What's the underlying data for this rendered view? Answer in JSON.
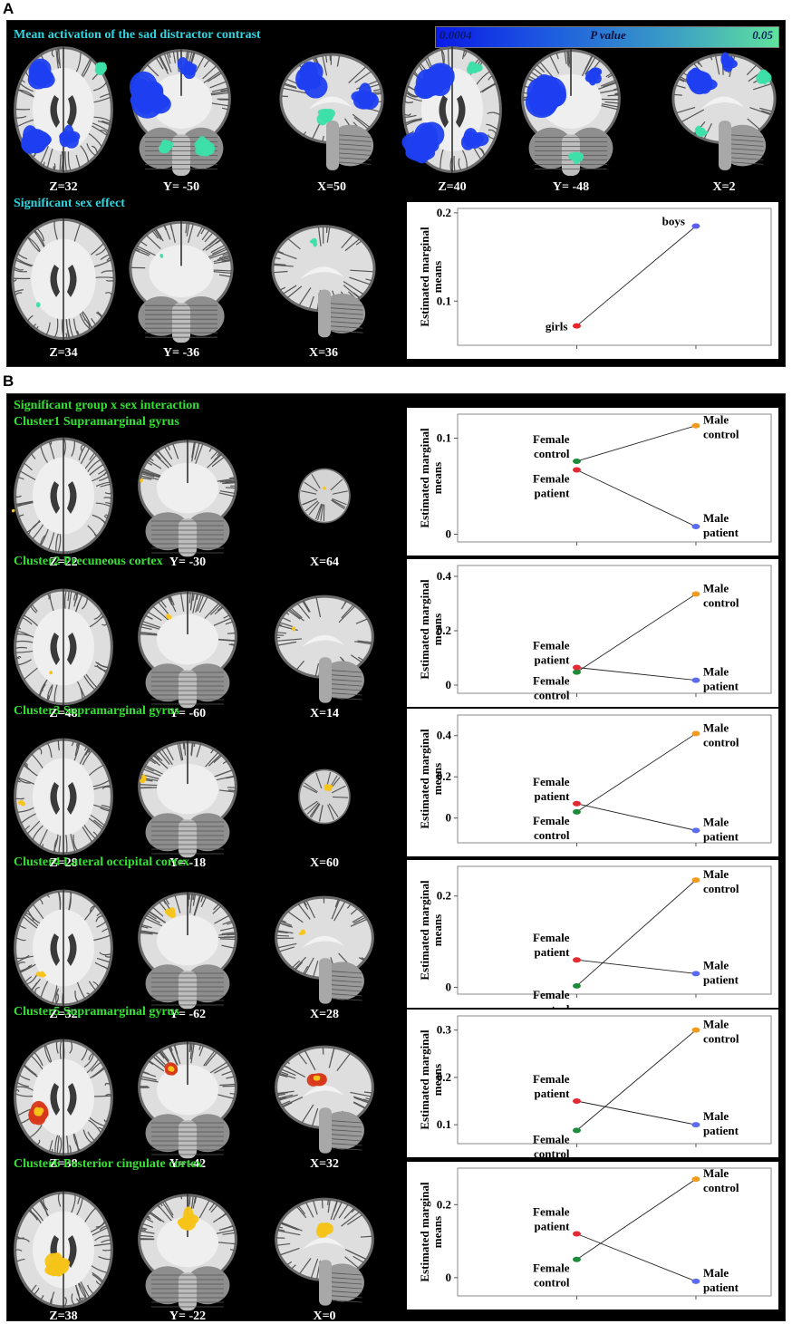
{
  "panels": {
    "A": {
      "letter": "A",
      "heading1": "Mean activation of the sad distractor contrast",
      "heading2": "Significant sex effect",
      "colorbar": {
        "min": "0.0004",
        "title": "P value",
        "max": "0.05"
      },
      "row1_coords": [
        "Z=32",
        "Y= -50",
        "X=50",
        "Z=40",
        "Y= -48",
        "X=2"
      ],
      "row2_coords": [
        "Z=34",
        "Y= -36",
        "X=36"
      ]
    },
    "B": {
      "letter": "B",
      "heading": "Significant group x sex interaction",
      "clusters": [
        {
          "title": "Cluster1 Supramarginal gyrus",
          "coords": [
            "Z=22",
            "Y= -30",
            "X=64"
          ]
        },
        {
          "title": "Cluster2 Precuneous cortex",
          "coords": [
            "Z=48",
            "Y= -60",
            "X=14"
          ]
        },
        {
          "title": "Cluster3 Supramarginal gyrus",
          "coords": [
            "Z=28",
            "Y= -18",
            "X=60"
          ]
        },
        {
          "title": "Cluster4 Lateral occipital cortex",
          "coords": [
            "Z=32",
            "Y= -62",
            "X=28"
          ]
        },
        {
          "title": "Cluster5 Supramarginal gyrus",
          "coords": [
            "Z=38",
            "Y= -42",
            "X=32"
          ]
        },
        {
          "title": "Cluster6 Posterior cingulate cortex",
          "coords": [
            "Z=38",
            "Y= -22",
            "X=0"
          ]
        }
      ]
    }
  },
  "colors": {
    "background": "#000000",
    "cyan_text": "#2fd6e0",
    "green_text": "#35e032",
    "girls": "#e8262a",
    "boys": "#5a5ff0",
    "female_control": "#1c8c3a",
    "female_patient": "#e22a33",
    "male_control": "#f29b1c",
    "male_patient": "#5c6cf2",
    "blue_activation": "#1e3ff0",
    "cyan_activation": "#3ddfa8",
    "yellow_activation": "#f5c419",
    "red_activation": "#d8381a"
  },
  "chart_data": [
    {
      "type": "line",
      "ylabel": "Estimated marginal means",
      "ylim": [
        0.05,
        0.205
      ],
      "yticks": [
        0.1,
        0.2
      ],
      "tick_labels": [
        "0.1",
        "0.2"
      ],
      "series": [
        {
          "name": "girls",
          "x": 0,
          "y": 0.072
        },
        {
          "name": "boys",
          "x": 1,
          "y": 0.185
        }
      ]
    },
    {
      "type": "line",
      "ylabel": "Estimated marginal means",
      "ylim": [
        -0.008,
        0.125
      ],
      "yticks": [
        0,
        0.1
      ],
      "tick_labels": [
        "0",
        "0.1"
      ],
      "series": [
        {
          "name": "Female control",
          "points": [
            [
              0,
              0.076
            ],
            [
              1,
              0.113
            ]
          ]
        },
        {
          "name": "Female patient",
          "points": [
            [
              0,
              0.067
            ],
            [
              1,
              0.008
            ]
          ]
        }
      ],
      "labels": {
        "female_top": "Female control",
        "female_bottom": "Female patient",
        "male_top": "Male control",
        "male_bottom": "Male patient"
      }
    },
    {
      "type": "line",
      "ylabel": "Estimated marginal means",
      "ylim": [
        -0.03,
        0.44
      ],
      "yticks": [
        0,
        0.2,
        0.4
      ],
      "tick_labels": [
        "0",
        "0.2",
        "0.4"
      ],
      "series": [
        {
          "name": "Female patient",
          "points": [
            [
              0,
              0.065
            ],
            [
              1,
              0.018
            ]
          ]
        },
        {
          "name": "Female control",
          "points": [
            [
              0,
              0.048
            ],
            [
              1,
              0.335
            ]
          ]
        }
      ],
      "labels": {
        "female_top": "Female patient",
        "female_bottom": "Female control",
        "male_top": "Male control",
        "male_bottom": "Male patient"
      }
    },
    {
      "type": "line",
      "ylabel": "Estimated marginal means",
      "ylim": [
        -0.12,
        0.5
      ],
      "yticks": [
        0,
        0.2,
        0.4
      ],
      "tick_labels": [
        "0",
        "0.2",
        "0.4"
      ],
      "series": [
        {
          "name": "Female patient",
          "points": [
            [
              0,
              0.07
            ],
            [
              1,
              -0.06
            ]
          ]
        },
        {
          "name": "Female control",
          "points": [
            [
              0,
              0.03
            ],
            [
              1,
              0.41
            ]
          ]
        }
      ],
      "labels": {
        "female_top": "Female patient",
        "female_bottom": "Female control",
        "male_top": "Male control",
        "male_bottom": "Male patient"
      }
    },
    {
      "type": "line",
      "ylabel": "Estimated marginal means",
      "ylim": [
        -0.015,
        0.265
      ],
      "yticks": [
        0,
        0.2
      ],
      "tick_labels": [
        "0",
        "0.2"
      ],
      "series": [
        {
          "name": "Female patient",
          "points": [
            [
              0,
              0.06
            ],
            [
              1,
              0.03
            ]
          ]
        },
        {
          "name": "Female control",
          "points": [
            [
              0,
              0.003
            ],
            [
              1,
              0.235
            ]
          ]
        }
      ],
      "labels": {
        "female_top": "Female patient",
        "female_bottom": "Female control",
        "male_top": "Male control",
        "male_bottom": "Male patient"
      }
    },
    {
      "type": "line",
      "ylabel": "Estimated marginal means",
      "ylim": [
        0.06,
        0.33
      ],
      "yticks": [
        0.1,
        0.2,
        0.3
      ],
      "tick_labels": [
        "0.1",
        "0.2",
        "0.3"
      ],
      "series": [
        {
          "name": "Female patient",
          "points": [
            [
              0,
              0.15
            ],
            [
              1,
              0.1
            ]
          ]
        },
        {
          "name": "Female control",
          "points": [
            [
              0,
              0.088
            ],
            [
              1,
              0.3
            ]
          ]
        }
      ],
      "labels": {
        "female_top": "Female patient",
        "female_bottom": "Female control",
        "male_top": "Male control",
        "male_bottom": "Male patient"
      }
    },
    {
      "type": "line",
      "ylabel": "Estimated marginal means",
      "ylim": [
        -0.05,
        0.3
      ],
      "yticks": [
        0,
        0.2
      ],
      "tick_labels": [
        "0",
        "0.2"
      ],
      "series": [
        {
          "name": "Female patient",
          "points": [
            [
              0,
              0.12
            ],
            [
              1,
              -0.01
            ]
          ]
        },
        {
          "name": "Female control",
          "points": [
            [
              0,
              0.05
            ],
            [
              1,
              0.27
            ]
          ]
        }
      ],
      "labels": {
        "female_top": "Female patient",
        "female_bottom": "Female control",
        "male_top": "Male control",
        "male_bottom": "Male patient"
      }
    }
  ]
}
